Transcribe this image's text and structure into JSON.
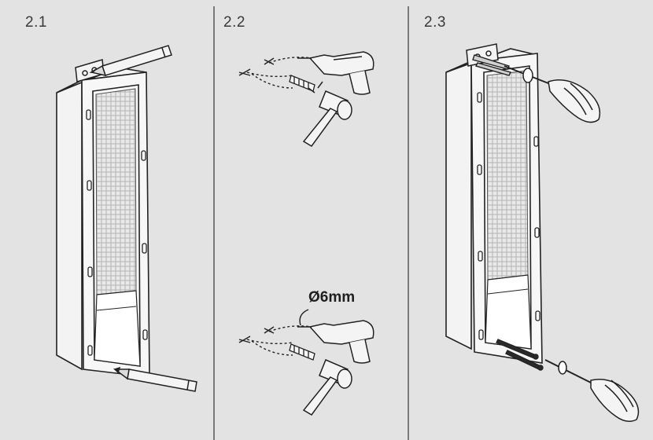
{
  "steps": [
    {
      "label": "2.1"
    },
    {
      "label": "2.2"
    },
    {
      "label": "2.3"
    }
  ],
  "drill_size_label": "Ø6mm",
  "colors": {
    "background": "#e3e3e3",
    "divider": "#7a7a7a",
    "line": "#222222",
    "steel": "#f2f2f2",
    "mesh": "#c8c8c8"
  },
  "icons": [
    "pencil-icon",
    "drill-icon",
    "hammer-icon",
    "wall-plug-icon",
    "screwdriver-icon",
    "screw-icon"
  ]
}
